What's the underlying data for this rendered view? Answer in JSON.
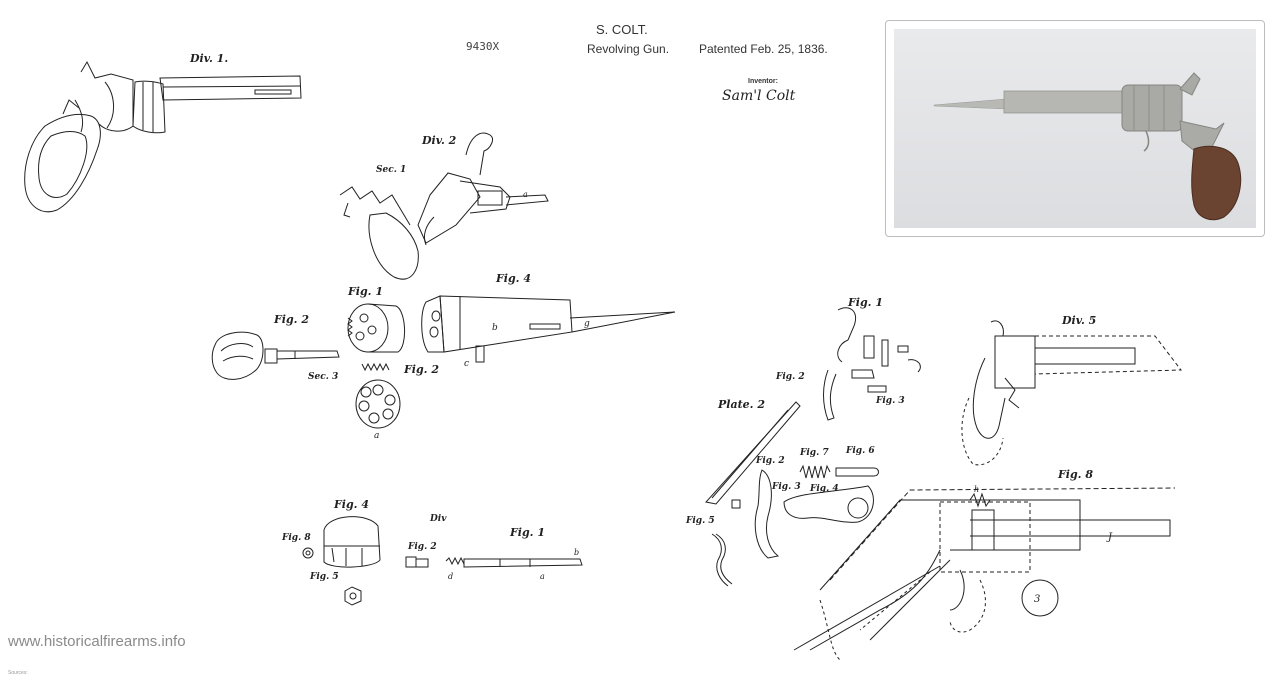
{
  "header": {
    "inventor": "S. COLT.",
    "title": "Revolving Gun.",
    "patent_date": "Patented Feb. 25, 1836.",
    "serial": "9430X",
    "inventor_caption": "Inventor:",
    "signature": "Sam'l Colt"
  },
  "figure_labels": {
    "div1": "Div. 1.",
    "div2": "Div. 2",
    "sec1": "Sec. 1",
    "fig4_top": "Fig. 4",
    "fig1_mid": "Fig. 1",
    "fig2_left": "Fig. 2",
    "fig2_cyl": "Fig. 2",
    "sec3": "Sec. 3",
    "fig4_bottom": "Fig. 4",
    "fig8_bottom": "Fig. 8",
    "fig5_bottom": "Fig. 5",
    "div_bottom": "Div",
    "fig2_bottom": "Fig. 2",
    "fig1_bottom": "Fig. 1",
    "fig1_right": "Fig. 1",
    "fig2_right": "Fig. 2",
    "plate2": "Plate. 2",
    "fig7_right": "Fig. 7",
    "fig6_right": "Fig. 6",
    "fig3_right": "Fig. 3",
    "fig4_right": "Fig. 4",
    "fig5_right": "Fig. 5",
    "fig2b_right": "Fig. 2",
    "fig3b_right": "Fig. 3",
    "div5": "Div. 5",
    "fig8_right": "Fig. 8"
  },
  "watermark": "www.historicalfirearms.info",
  "sources_label": "Sources:",
  "colors": {
    "ink": "#222222",
    "photo_bg": "#dfe0e3",
    "metal": "#a9a9a6",
    "grip": "#6b4331",
    "card_border": "#bdbdbd",
    "watermark": "#8a8a8a"
  }
}
